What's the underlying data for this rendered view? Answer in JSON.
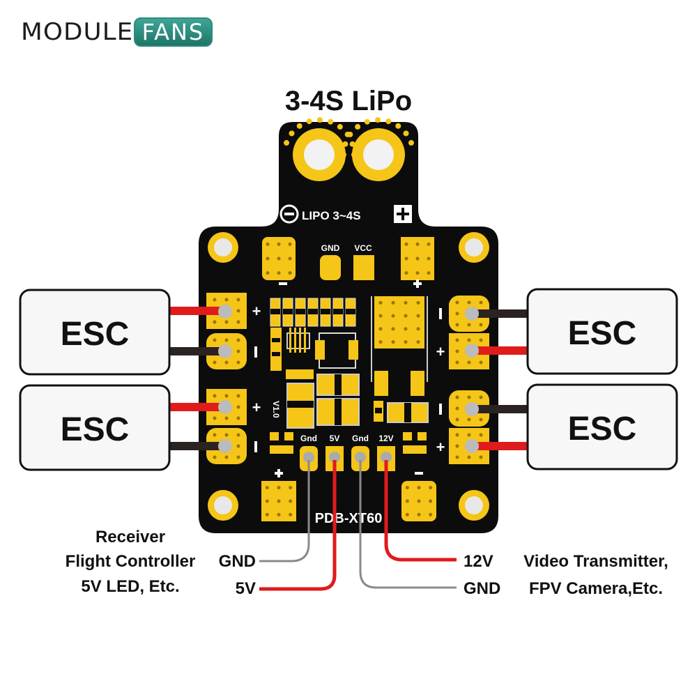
{
  "logo": {
    "part1": "MODULE",
    "part2": "FANS"
  },
  "title": "3-4S LiPo",
  "board": {
    "name": "PDB-XT60",
    "version": "V1.0",
    "battery_label": "LIPO 3~4S",
    "battery_neg_symbol": "−",
    "battery_pos_symbol": "+",
    "top_pad_labels": [
      "GND",
      "VCC"
    ],
    "bottom_pad_labels": [
      "Gnd",
      "5V",
      "Gnd",
      "12V"
    ],
    "polarity": {
      "minus": "−",
      "plus": "+"
    }
  },
  "escs": [
    {
      "label": "ESC",
      "side": "left",
      "wires": [
        "+",
        "-"
      ]
    },
    {
      "label": "ESC",
      "side": "left",
      "wires": [
        "+",
        "-"
      ]
    },
    {
      "label": "ESC",
      "side": "right",
      "wires": [
        "-",
        "+"
      ]
    },
    {
      "label": "ESC",
      "side": "right",
      "wires": [
        "-",
        "+"
      ]
    }
  ],
  "left_outputs": {
    "description": [
      "Receiver",
      "Flight Controller",
      "5V LED, Etc."
    ],
    "wires": [
      "GND",
      "5V"
    ]
  },
  "right_outputs": {
    "description": [
      "Video Transmitter,",
      "FPV Camera,Etc."
    ],
    "wires": [
      "12V",
      "GND"
    ]
  },
  "colors": {
    "board": "#0c0c0c",
    "pad": "#f5c518",
    "wire_positive": "#e01b1b",
    "wire_negative": "#2b2222",
    "wire_gnd_signal": "#8a8a8a",
    "logo_accent": "#2c8b7d"
  }
}
